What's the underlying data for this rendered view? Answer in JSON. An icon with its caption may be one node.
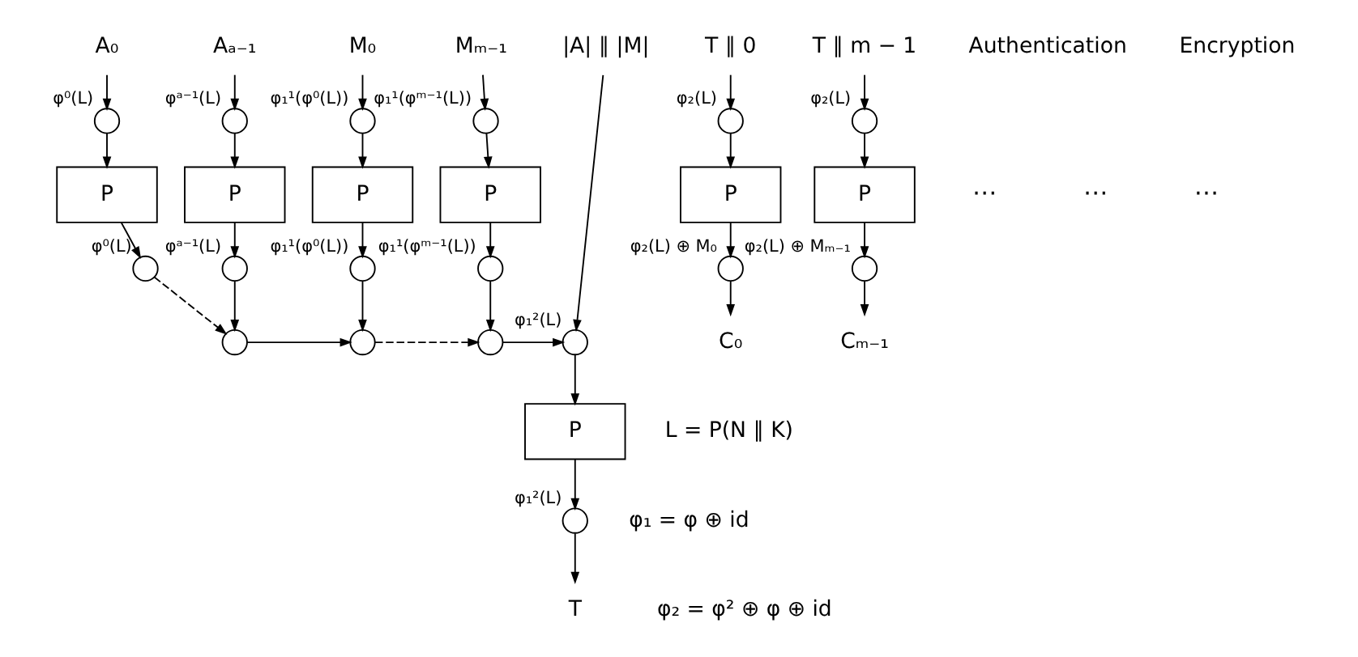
{
  "diagram": {
    "nodes": [
      {
        "text": [
          "A₀"
        ]
      },
      {
        "text": [
          "Aₐ₋₁"
        ]
      },
      {
        "text": [
          "M₀"
        ]
      },
      {
        "text": [
          "Mₘ₋₁"
        ]
      },
      {
        "text": [
          "|A| ∥ |M|"
        ]
      },
      {
        "text": [
          "T ∥ 0"
        ]
      },
      {
        "text": [
          "T ∥ m − 1"
        ]
      },
      {
        "text": [],
        "shape": "circle",
        "beside": [
          "φ⁰(L)"
        ]
      },
      {
        "text": [],
        "shape": "circle",
        "beside": [
          "φᵃ⁻¹(L)"
        ]
      },
      {
        "text": [],
        "shape": "circle",
        "beside": [
          "φ₁¹(φ⁰(L))"
        ]
      },
      {
        "text": [],
        "shape": "circle",
        "beside": [
          "φ₁¹(φᵐ⁻¹(L))"
        ]
      },
      {
        "text": [],
        "shape": "circle",
        "beside": [
          "φ₂(L)"
        ]
      },
      {
        "text": [],
        "shape": "circle",
        "beside": [
          "φ₂(L)"
        ]
      },
      {
        "text": [
          "P"
        ]
      },
      {
        "text": [
          "P"
        ]
      },
      {
        "text": [
          "P"
        ]
      },
      {
        "text": [
          "P"
        ]
      },
      {
        "text": [
          "P"
        ]
      },
      {
        "text": [
          "P"
        ]
      },
      {
        "text": [],
        "shape": "circle",
        "beside": [
          "φ⁰(L)"
        ]
      },
      {
        "text": [],
        "shape": "circle",
        "beside": [
          "φᵃ⁻¹(L)"
        ]
      },
      {
        "text": [],
        "shape": "circle",
        "beside": [
          "φ₁¹(φ⁰(L))"
        ]
      },
      {
        "text": [],
        "shape": "circle",
        "beside": [
          "φ₁¹(φᵐ⁻¹(L))"
        ]
      },
      {
        "text": [],
        "shape": "circle",
        "beside": [
          "φ₂(L) ⊕ M₀"
        ]
      },
      {
        "text": [],
        "shape": "circle",
        "beside": [
          "φ₂(L) ⊕ Mₘ₋₁"
        ]
      },
      {
        "text": [
          "C₀"
        ]
      },
      {
        "text": [
          "Cₘ₋₁"
        ]
      },
      {
        "text": [],
        "shape": "circle"
      },
      {
        "text": [],
        "shape": "circle"
      },
      {
        "text": [],
        "shape": "circle"
      },
      {
        "text": [],
        "shape": "circle",
        "beside": [
          "φ₁²(L)"
        ]
      },
      {
        "text": [
          "P"
        ]
      },
      {
        "text": [],
        "shape": "circle",
        "beside": [
          "φ₁²(L)"
        ]
      },
      {
        "text": [
          "T"
        ]
      }
    ],
    "edges": [
      {
        "from": 0,
        "to": 7,
        "arrow": "to"
      },
      {
        "from": 1,
        "to": 8,
        "arrow": "to"
      },
      {
        "from": 2,
        "to": 9,
        "arrow": "to"
      },
      {
        "from": 3,
        "to": 10,
        "arrow": "to"
      },
      {
        "from": 5,
        "to": 11,
        "arrow": "to"
      },
      {
        "from": 6,
        "to": 12,
        "arrow": "to"
      },
      {
        "from": 7,
        "to": 13,
        "arrow": "to"
      },
      {
        "from": 8,
        "to": 14,
        "arrow": "to"
      },
      {
        "from": 9,
        "to": 15,
        "arrow": "to"
      },
      {
        "from": 10,
        "to": 16,
        "arrow": "to"
      },
      {
        "from": 11,
        "to": 17,
        "arrow": "to"
      },
      {
        "from": 12,
        "to": 18,
        "arrow": "to"
      },
      {
        "from": 13,
        "to": 19,
        "arrow": "to"
      },
      {
        "from": 14,
        "to": 20,
        "arrow": "to"
      },
      {
        "from": 15,
        "to": 21,
        "arrow": "to"
      },
      {
        "from": 16,
        "to": 22,
        "arrow": "to"
      },
      {
        "from": 17,
        "to": 23,
        "arrow": "to"
      },
      {
        "from": 18,
        "to": 24,
        "arrow": "to"
      },
      {
        "from": 23,
        "to": 25,
        "arrow": "to"
      },
      {
        "from": 24,
        "to": 26,
        "arrow": "to"
      },
      {
        "from": 19,
        "to": 27,
        "arrow": "to",
        "style": "dashed"
      },
      {
        "from": 20,
        "to": 27,
        "arrow": "to"
      },
      {
        "from": 27,
        "to": 28,
        "arrow": "to"
      },
      {
        "from": 21,
        "to": 28,
        "arrow": "to"
      },
      {
        "from": 28,
        "to": 29,
        "arrow": "to",
        "style": "dashed"
      },
      {
        "from": 22,
        "to": 29,
        "arrow": "to"
      },
      {
        "from": 29,
        "to": 30,
        "arrow": "to"
      },
      {
        "from": 4,
        "to": 30,
        "arrow": "to"
      },
      {
        "from": 30,
        "to": 31,
        "arrow": "to"
      },
      {
        "from": 31,
        "to": 32,
        "arrow": "to"
      },
      {
        "from": 32,
        "to": 33,
        "arrow": "to"
      }
    ],
    "labels": [
      "Authentication",
      "Encryption",
      "⋯",
      "⋯",
      "⋯",
      "L = P(N ∥ K)",
      "φ₁ = φ ⊕ id",
      "φ₂ = φ² ⊕ φ ⊕ id"
    ]
  }
}
